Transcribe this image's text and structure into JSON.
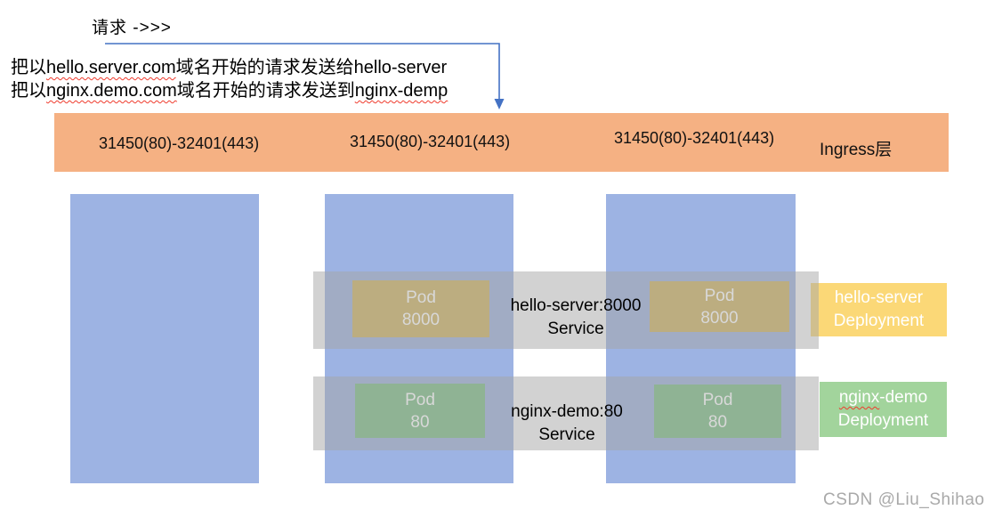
{
  "annotation": {
    "request_label": "请求 ->>>",
    "rules": [
      {
        "prefix": "把以",
        "domain": "hello.server.com",
        "middle": "域名开始的请求发送给",
        "target": "hello-server"
      },
      {
        "prefix": "把以",
        "domain": "nginx.demo.com",
        "middle": "域名开始的请求发送到",
        "target": "nginx-demp"
      }
    ]
  },
  "ingress": {
    "label": "Ingress层",
    "node_ports": [
      "31450(80)-32401(443)",
      "31450(80)-32401(443)",
      "31450(80)-32401(443)"
    ]
  },
  "services": [
    {
      "name": "hello-server:8000",
      "type_label": "Service"
    },
    {
      "name": "nginx-demo:80",
      "type_label": "Service"
    }
  ],
  "pods": {
    "hello": {
      "line1": "Pod",
      "line2": "8000"
    },
    "nginx": {
      "line1": "Pod",
      "line2": "80"
    }
  },
  "deployments": [
    {
      "name": "hello-server",
      "type_label": "Deployment"
    },
    {
      "name_wavy": "nginx",
      "name_rest": "-demo",
      "type_label": "Deployment"
    }
  ],
  "watermark": "CSDN @Liu_Shihao",
  "colors": {
    "ingress_bar": "#F5B183",
    "node": "#9DB3E3",
    "service_overlay": "rgba(166,166,166,0.5)",
    "pod_hello": "#BCAD80",
    "pod_nginx": "#8FB394",
    "deployment_hello": "#FBD877",
    "deployment_nginx": "#A2D49C",
    "arrow": "#4472C4",
    "underline": "#EF3B2D",
    "watermark": "#A9A9A9"
  }
}
